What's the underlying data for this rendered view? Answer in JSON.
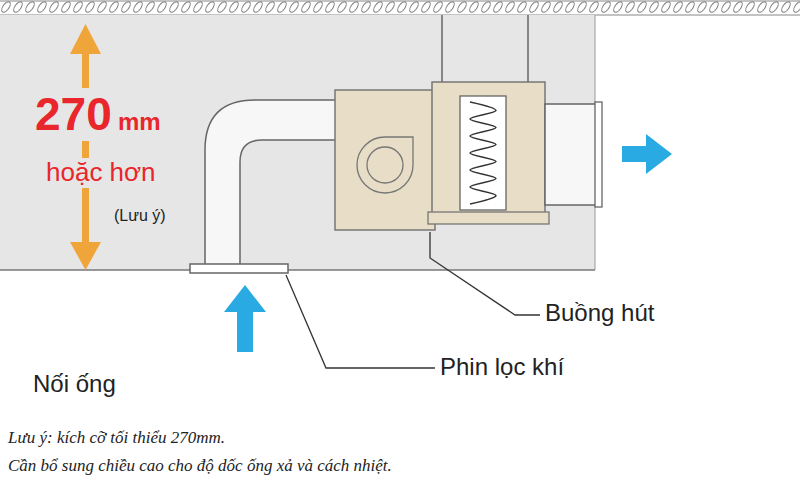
{
  "diagram": {
    "labels": [
      "270",
      "mm",
      "hoặc hơn",
      "(Lưu ý)",
      "Buồng hút",
      "Phin lọc khí",
      "Nối ống",
      "Lưu ý: kích cỡ tối thiểu 270mm.",
      "Cần bổ sung chiều cao cho độ dốc ống xả và cách nhiệt."
    ]
  }
}
